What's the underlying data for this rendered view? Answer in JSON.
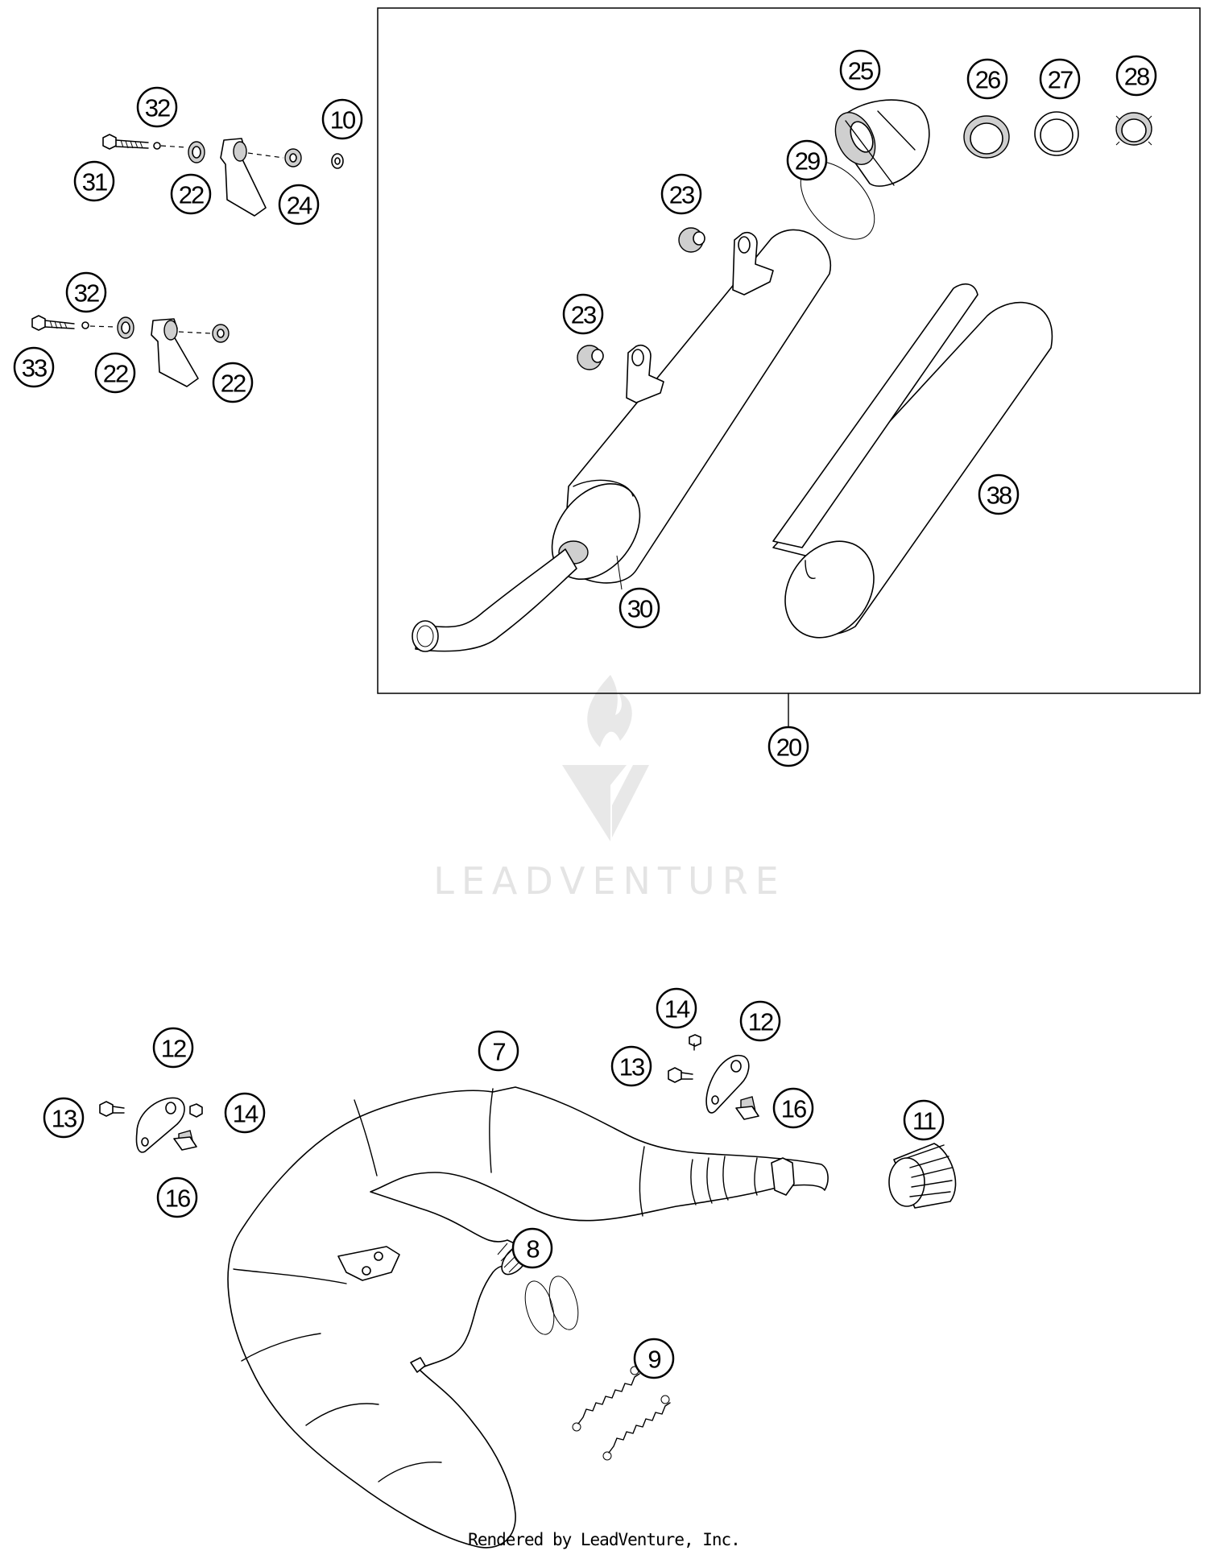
{
  "watermark": {
    "text": "LEADVENTURE",
    "logo": "leadventure-flame-logo"
  },
  "footer": {
    "text": "Rendered by LeadVenture, Inc."
  },
  "callouts": {
    "c32a": "32",
    "c10": "10",
    "c31": "31",
    "c22a": "22",
    "c24": "24",
    "c32b": "32",
    "c33": "33",
    "c22b": "22",
    "c22c": "22",
    "c25": "25",
    "c26": "26",
    "c27": "27",
    "c28": "28",
    "c29": "29",
    "c23a": "23",
    "c23b": "23",
    "c38": "38",
    "c30": "30",
    "c20": "20",
    "c12a": "12",
    "c13a": "13",
    "c14a": "14",
    "c16a": "16",
    "c7": "7",
    "c14b": "14",
    "c12b": "12",
    "c13b": "13",
    "c16b": "16",
    "c11": "11",
    "c8": "8",
    "c9": "9"
  }
}
